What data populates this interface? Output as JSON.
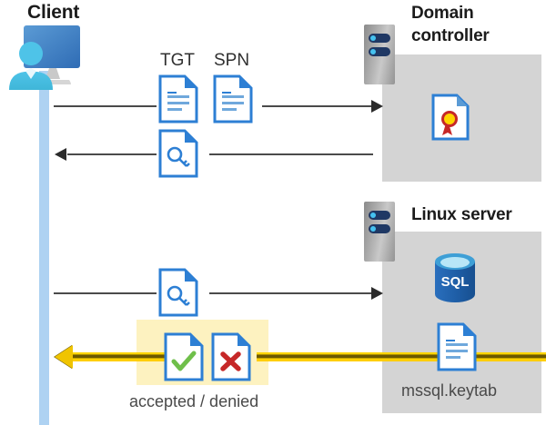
{
  "diagram": {
    "type": "kerberos-authentication-flow",
    "actors": {
      "client": {
        "label": "Client",
        "icon": "user-computer-icon"
      },
      "domain_controller": {
        "label": "Domain\ncontroller",
        "line1": "Domain",
        "line2": "controller",
        "icon": "server-rack-icon"
      },
      "linux_server": {
        "label": "Linux server",
        "icon": "server-rack-icon"
      }
    },
    "messages": [
      {
        "id": "req-tgt-spn",
        "direction": "client-to-dc",
        "labels": [
          "TGT",
          "SPN"
        ],
        "icons": [
          "document-icon",
          "document-icon"
        ],
        "style": "solid-black-arrow"
      },
      {
        "id": "ticket-back",
        "direction": "dc-to-client",
        "labels": [],
        "icons": [
          "document-key-icon"
        ],
        "style": "solid-black-arrow"
      },
      {
        "id": "present-ticket",
        "direction": "client-to-linux",
        "labels": [],
        "icons": [
          "document-key-icon"
        ],
        "style": "solid-black-arrow"
      },
      {
        "id": "auth-result",
        "direction": "linux-to-client",
        "labels": [],
        "icons": [
          "document-check-icon",
          "document-cross-icon"
        ],
        "style": "gold-arrow",
        "caption": "accepted / denied"
      }
    ],
    "labels": {
      "tgt": "TGT",
      "spn": "SPN",
      "accepted_denied": "accepted / denied",
      "keytab": "mssql.keytab",
      "sql_badge": "SQL"
    },
    "dc_contents": [
      {
        "icon": "certificate-document-icon",
        "label": ""
      }
    ],
    "linux_contents": [
      {
        "icon": "sql-database-icon",
        "label": "SQL"
      },
      {
        "icon": "document-icon",
        "label": "mssql.keytab"
      }
    ],
    "colors": {
      "panel_gray": "#d4d4d4",
      "lifeline_blue": "#aed2f2",
      "doc_blue": "#2d7fd4",
      "highlight_yellow": "#fdf2c0",
      "gold_arrow": "#ffd500",
      "check_green": "#6fbf4a",
      "cross_red": "#c62828",
      "line_dark": "#4a4a4a",
      "sql_blue": "#1f5fa8",
      "text_dark": "#1b1b1b"
    }
  }
}
